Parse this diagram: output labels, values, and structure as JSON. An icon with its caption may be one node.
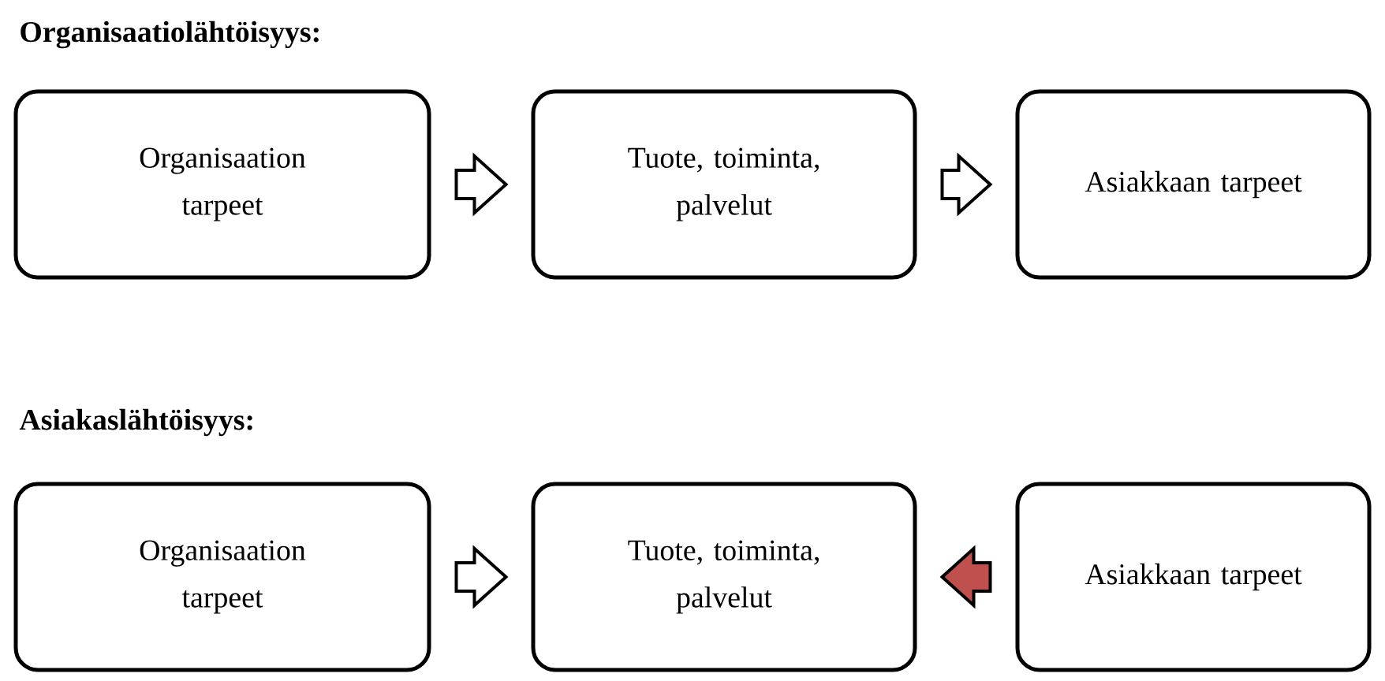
{
  "diagram": {
    "nodes": [
      {
        "text": [
          "Organisaation tarpeet"
        ]
      },
      {
        "text": [
          "Tuote, toiminta, palvelut"
        ]
      },
      {
        "text": [
          "Asiakkaan tarpeet"
        ]
      },
      {
        "text": [
          "Organisaation tarpeet"
        ]
      },
      {
        "text": [
          "Tuote, toiminta, palvelut"
        ]
      },
      {
        "text": [
          "Asiakkaan tarpeet"
        ]
      }
    ],
    "edges": [
      {
        "from": 0,
        "to": 1,
        "arrow": "to"
      },
      {
        "from": 1,
        "to": 2,
        "arrow": "to"
      },
      {
        "from": 3,
        "to": 4,
        "arrow": "to"
      },
      {
        "from": 5,
        "to": 4,
        "arrow": "to",
        "color": "#c0504d"
      }
    ],
    "labels": [
      "Organisaatiolähtöisyys:",
      "Asiakaslähtöisyys:"
    ]
  }
}
